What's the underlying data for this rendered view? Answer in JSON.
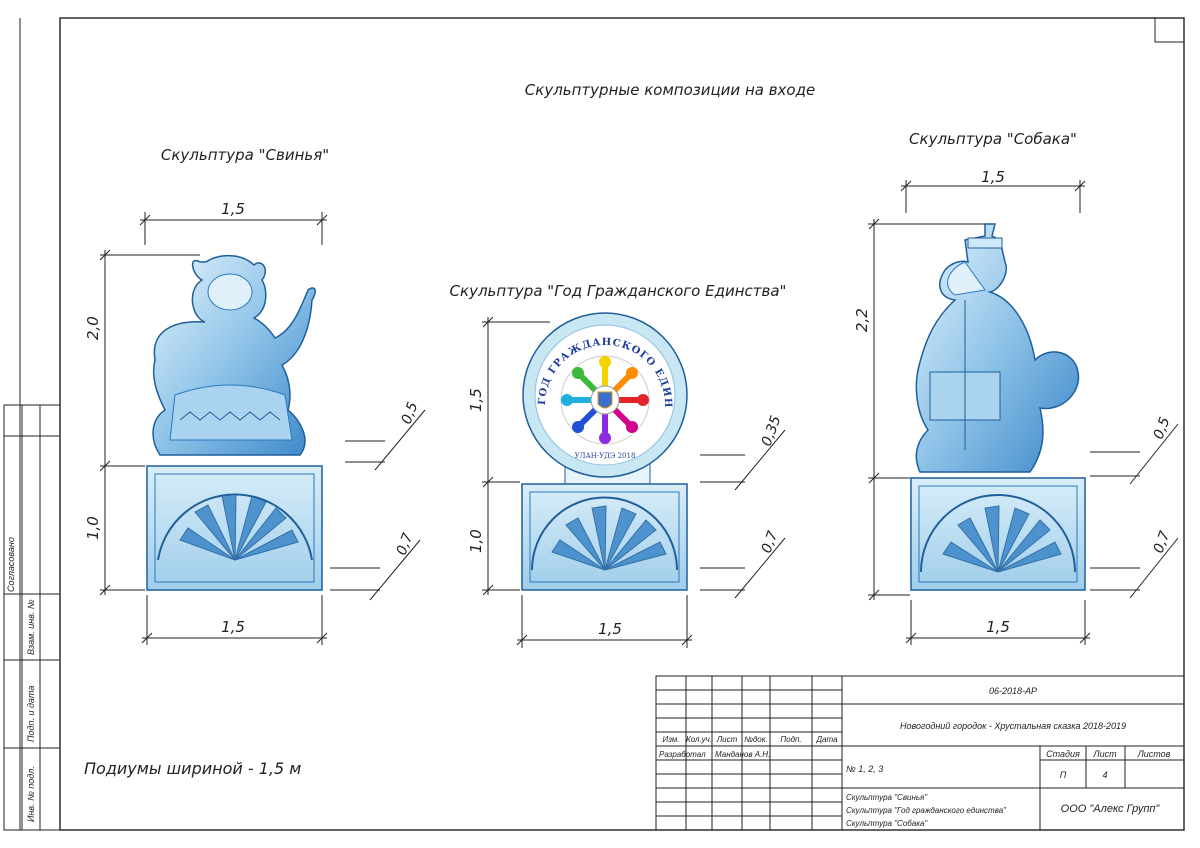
{
  "sheet": {
    "title": "Скульптурные композиции на входе",
    "note": "Подиумы шириной - 1,5 м"
  },
  "sculptures": [
    {
      "title": "Скульптура \"Свинья\"",
      "top_width": "1,5",
      "height": "2,0",
      "pedestal_height": "1,0",
      "base_width": "1,5",
      "leader_upper": "0,5",
      "leader_lower": "0,7"
    },
    {
      "title": "Скульптура \"Год Гражданского Единства\"",
      "height": "1,5",
      "pedestal_height": "1,0",
      "base_width": "1,5",
      "leader_upper": "0,35",
      "leader_lower": "0,7",
      "medallion_text": "ГОД ГРАЖДАНСКОГО ЕДИНСТВА",
      "medallion_bottom": "УЛАН-УДЭ 2018"
    },
    {
      "title": "Скульптура \"Собака\"",
      "top_width": "1,5",
      "height": "2,2",
      "base_width": "1,5",
      "leader_upper": "0,5",
      "leader_lower": "0,7"
    }
  ],
  "side_stamp": {
    "approved": "Согласовано",
    "inv_replace": "Взам. инв. №",
    "sign_date": "Подп. и дата",
    "inv_orig": "Инв. № подл."
  },
  "title_block": {
    "code": "06-2018-АР",
    "project": "Новогодний городок - Хрустальная сказка 2018-2019",
    "headers": [
      "Изм.",
      "Кол.уч.",
      "Лист",
      "№док.",
      "Подп.",
      "Дата"
    ],
    "developer_label": "Разработал",
    "developer_name": "Манданов А.Н.",
    "sheets_ref": "№ 1, 2, 3",
    "stage_label": "Стадия",
    "sheet_label": "Лист",
    "sheets_label": "Листов",
    "stage_value": "П",
    "sheet_value": "4",
    "names": [
      "Скульптура \"Свинья\"",
      "Скульптура \"Год гражданского единства\"",
      "Скульптура \"Собака\""
    ],
    "company": "ООО \"Алекс Групп\""
  },
  "colors": {
    "ice_dark": "#2a78c0",
    "ice_light": "#cfe8f7",
    "medallion_ring": "#c9e6f3"
  }
}
